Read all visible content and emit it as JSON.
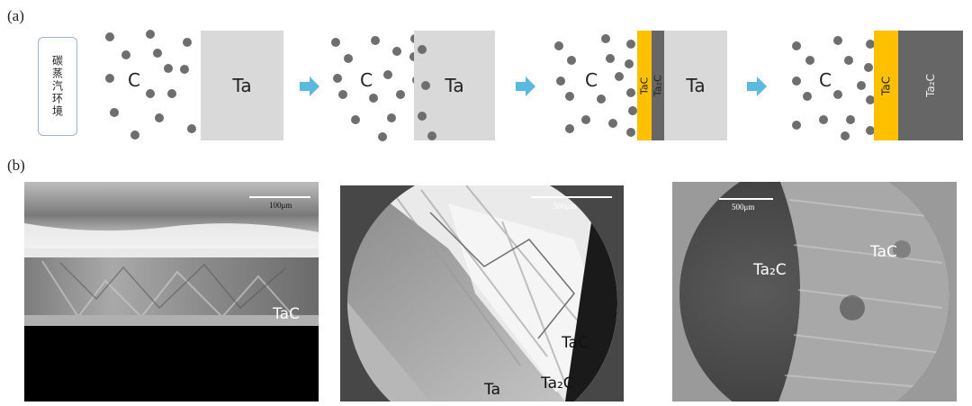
{
  "panel_a": {
    "label": "(a)",
    "environment": "碳蒸汽环境",
    "steps": [
      {
        "carbon": "C",
        "substrate": "Ta"
      },
      {
        "carbon": "C",
        "substrate": "Ta"
      },
      {
        "carbon": "C",
        "tac": "TaC",
        "ta2c": "Ta₂C",
        "substrate": "Ta"
      },
      {
        "carbon": "C",
        "tac": "TaC",
        "ta2c": "Ta₂C"
      }
    ],
    "colors": {
      "carbon_dot": "#6e6e6e",
      "ta": "#d9d9d9",
      "tac": "#ffc000",
      "ta2c": "#666666",
      "arrow": "#5bb8df"
    }
  },
  "panel_b": {
    "label": "(b)",
    "images": [
      {
        "scale": "100μm",
        "labels": [
          "TaC"
        ]
      },
      {
        "scale": "500μm",
        "labels": [
          "TaC",
          "Ta",
          "Ta₂C"
        ]
      },
      {
        "scale": "500μm",
        "labels": [
          "Ta₂C",
          "TaC"
        ]
      }
    ]
  }
}
